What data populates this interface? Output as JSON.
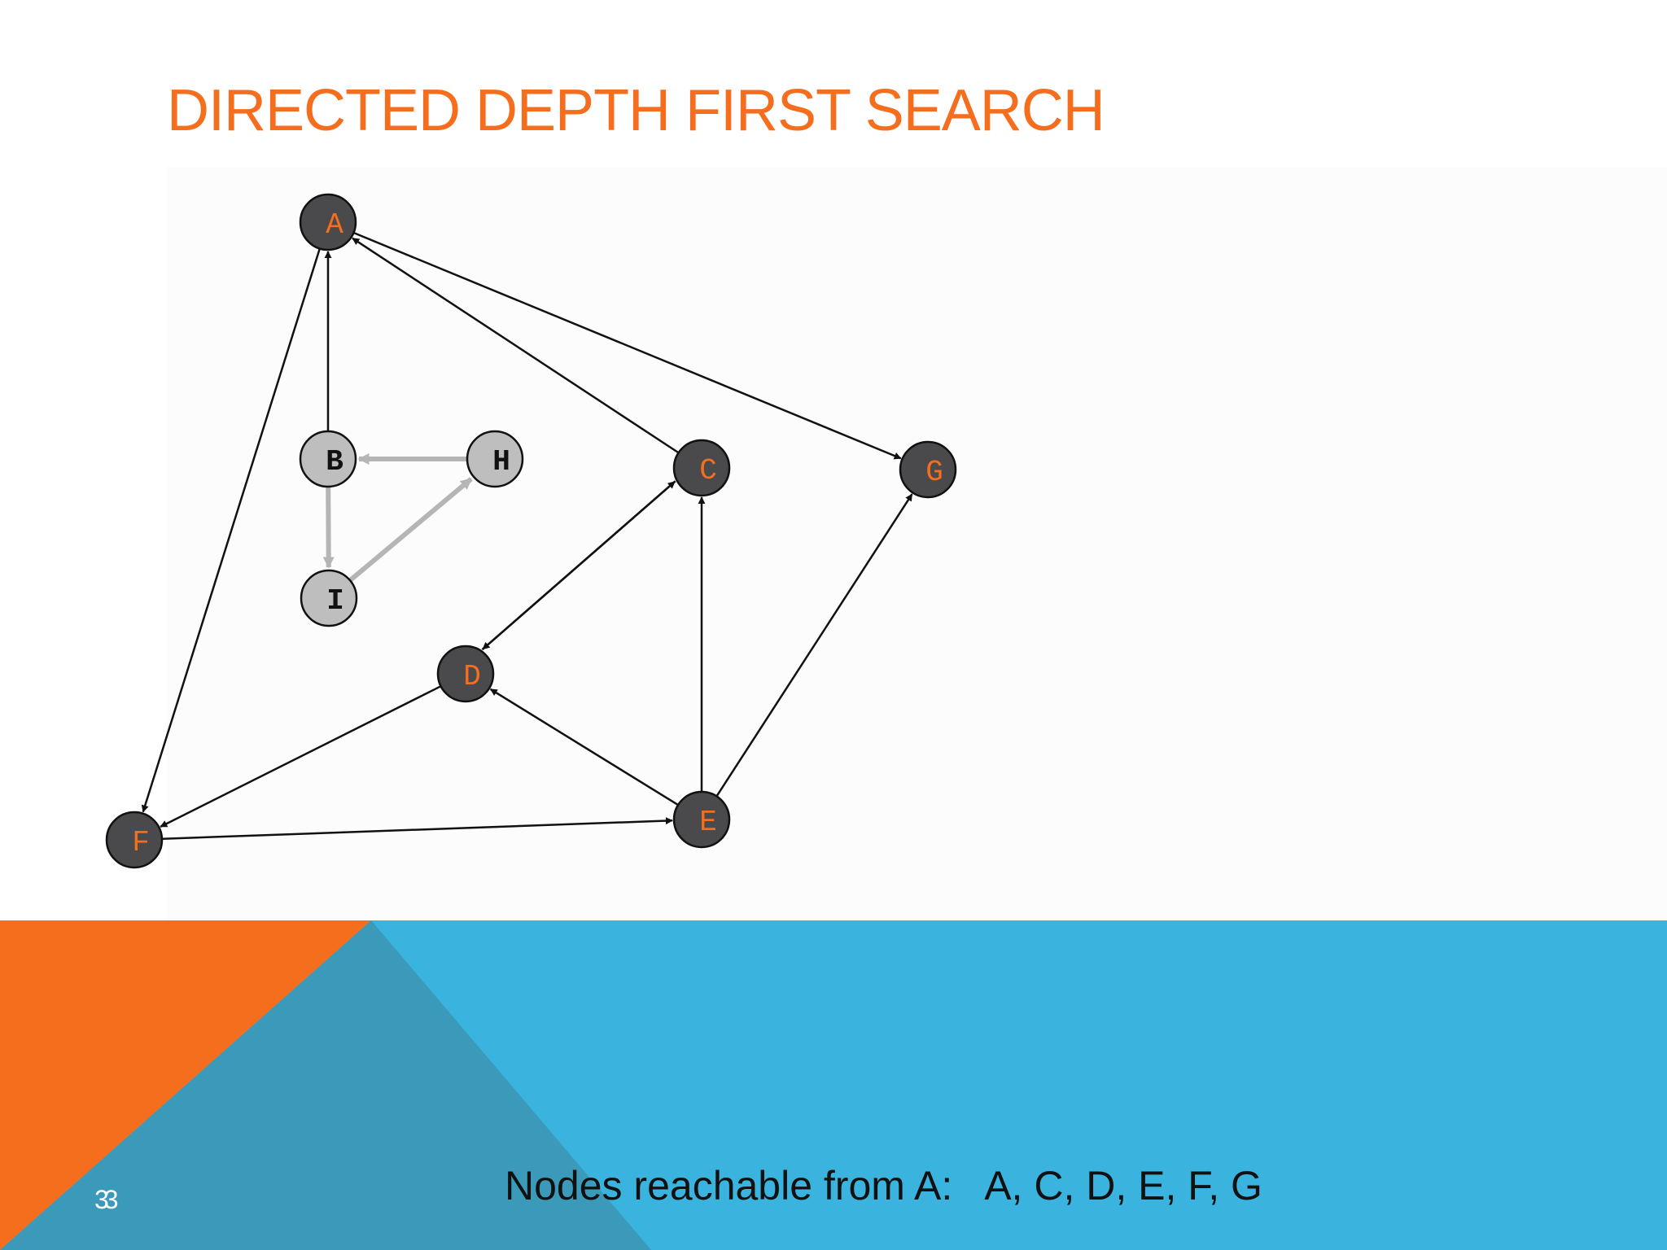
{
  "slide": {
    "title": "DIRECTED DEPTH FIRST SEARCH",
    "caption": "Nodes reachable from A:   A, C, D, E, F, G",
    "page_number": "33"
  },
  "colors": {
    "accent_orange": "#f56e1e",
    "footer_blue": "#3ab3df",
    "footer_teal": "#3b9aba",
    "visited_fill": "#4a4a4c",
    "unvisited_fill": "#bebebe",
    "edge_dark": "#111111",
    "edge_grey": "#b5b5b5"
  },
  "graph": {
    "nodes": [
      {
        "id": "A",
        "label": "A",
        "state": "visited"
      },
      {
        "id": "B",
        "label": "B",
        "state": "unvisited"
      },
      {
        "id": "H",
        "label": "H",
        "state": "unvisited"
      },
      {
        "id": "C",
        "label": "C",
        "state": "visited"
      },
      {
        "id": "G",
        "label": "G",
        "state": "visited"
      },
      {
        "id": "I",
        "label": "I",
        "state": "unvisited"
      },
      {
        "id": "D",
        "label": "D",
        "state": "visited"
      },
      {
        "id": "E",
        "label": "E",
        "state": "visited"
      },
      {
        "id": "F",
        "label": "F",
        "state": "visited"
      }
    ],
    "edges": [
      {
        "from": "A",
        "to": "G",
        "state": "dark"
      },
      {
        "from": "A",
        "to": "F",
        "state": "dark"
      },
      {
        "from": "B",
        "to": "A",
        "state": "dark"
      },
      {
        "from": "C",
        "to": "A",
        "state": "dark"
      },
      {
        "from": "H",
        "to": "B",
        "state": "grey"
      },
      {
        "from": "B",
        "to": "I",
        "state": "grey"
      },
      {
        "from": "I",
        "to": "H",
        "state": "grey"
      },
      {
        "from": "D",
        "to": "C",
        "state": "dark"
      },
      {
        "from": "C",
        "to": "D",
        "state": "dark"
      },
      {
        "from": "E",
        "to": "C",
        "state": "dark"
      },
      {
        "from": "E",
        "to": "G",
        "state": "dark"
      },
      {
        "from": "E",
        "to": "D",
        "state": "dark"
      },
      {
        "from": "D",
        "to": "F",
        "state": "dark"
      },
      {
        "from": "F",
        "to": "E",
        "state": "dark"
      }
    ]
  }
}
